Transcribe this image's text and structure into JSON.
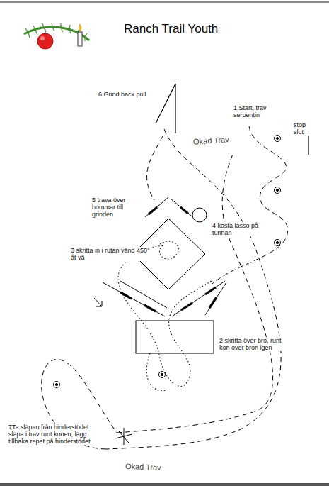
{
  "diagram": {
    "title": "Ranch Trail Youth",
    "labels": [
      "6 Grind back pull",
      "1.Start, trav serpentin",
      "stop slut",
      "Ökad Trav",
      "5 trava över bommar till grinden",
      "4 kasta lasso på tunnan",
      "3 skritta in i rutan vänd 450° åt vä",
      "2 skritta över bro, runt kon över bron igen",
      "7Ta släpan från hinderstödet släpa i trav runt konen, lägg tillbaka repet på hinderstödet.",
      "Ökad Trav"
    ]
  }
}
